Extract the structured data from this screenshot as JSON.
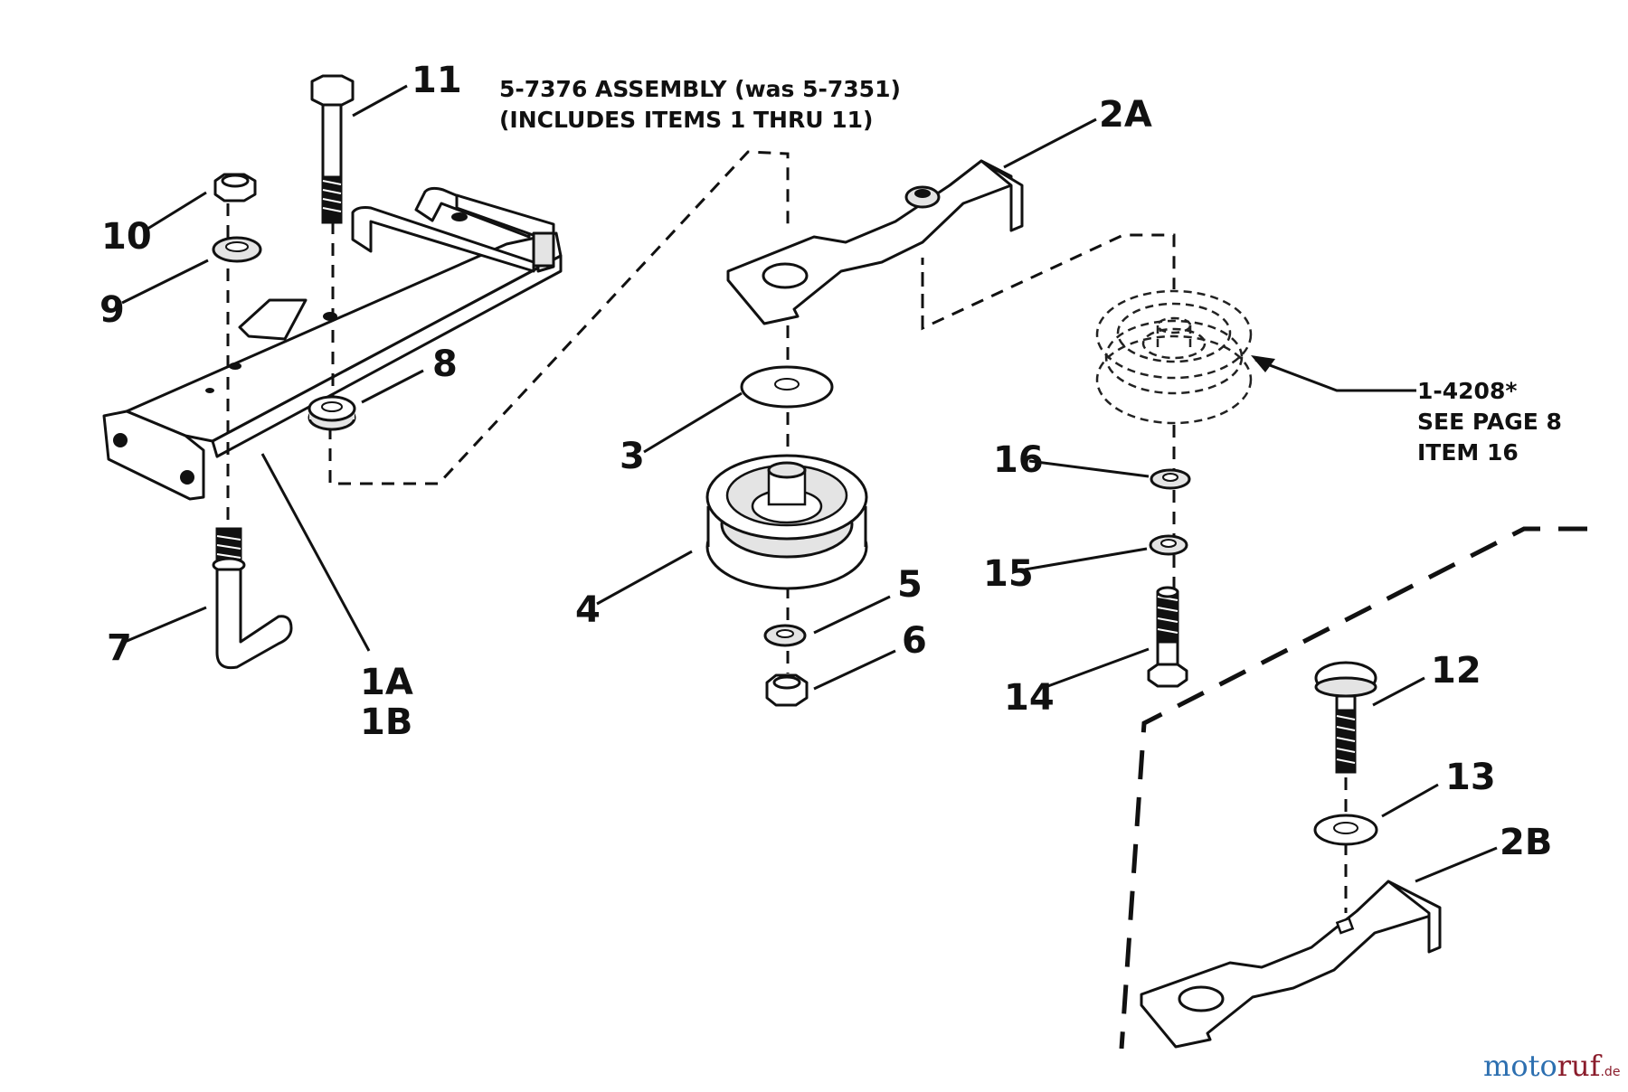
{
  "diagram": {
    "assembly_note": {
      "line1": "5-7376 ASSEMBLY (was 5-7351)",
      "line2": "(INCLUDES ITEMS 1 THRU 11)"
    },
    "reference_note": {
      "line1": "1-4208*",
      "line2": "SEE PAGE 8",
      "line3": "ITEM 16"
    },
    "callouts": {
      "c1a": "1A",
      "c1b": "1B",
      "c2a": "2A",
      "c2b": "2B",
      "c3": "3",
      "c4": "4",
      "c5": "5",
      "c6": "6",
      "c7": "7",
      "c8": "8",
      "c9": "9",
      "c10": "10",
      "c11": "11",
      "c12": "12",
      "c13": "13",
      "c14": "14",
      "c15": "15",
      "c16": "16"
    },
    "watermark": {
      "part1": "moto",
      "part2": "ruf",
      "suffix": ".de"
    }
  }
}
